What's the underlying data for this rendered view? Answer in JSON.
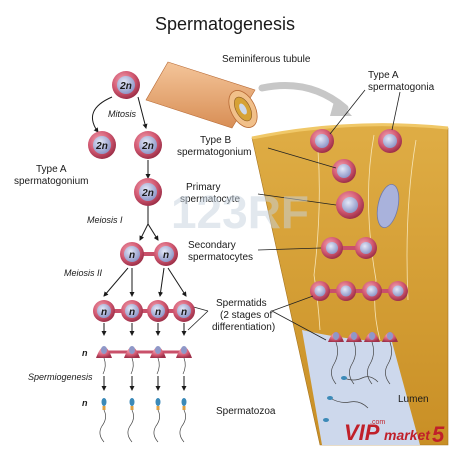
{
  "title": "Spermatogenesis",
  "cells": {
    "diploid": "2n",
    "haploid": "n"
  },
  "process_labels": {
    "mitosis": "Mitosis",
    "meiosis_1": "Meiosis I",
    "meiosis_2": "Meiosis II",
    "spermiogenesis": "Spermiogenesis",
    "n_row_1": "n",
    "n_row_2": "n"
  },
  "left_labels": {
    "type_a_line1": "Type A",
    "type_a_line2": "spermatogonium"
  },
  "tissue_labels": {
    "seminiferous_tubule": "Seminiferous tubule",
    "type_a_line1": "Type A",
    "type_a_line2": "spermatogonia",
    "type_b_line1": "Type B",
    "type_b_line2": "spermatogonium",
    "primary_line1": "Primary",
    "primary_line2": "spermatocyte",
    "secondary_line1": "Secondary",
    "secondary_line2": "spermatocytes",
    "spermatids_line1": "Spermatids",
    "spermatids_line2": "(2 stages of",
    "spermatids_line3": "differentiation)",
    "spermatozoa": "Spermatozoa",
    "lumen": "Lumen"
  },
  "watermarks": {
    "center": "123RF",
    "brand_a": "VIP",
    "brand_b": "market",
    "brand_c": "5",
    "brand_small": ".com"
  },
  "colors": {
    "cell_outer": "#c9506a",
    "cell_inner": "#a9b2dc",
    "tissue": "#d6a236",
    "lumen": "#cdd8ec",
    "tubule": "#e8b07a",
    "arrow": "#1a1a1a",
    "watermark": "#b8c8d8",
    "brand_red": "#c0202a"
  }
}
